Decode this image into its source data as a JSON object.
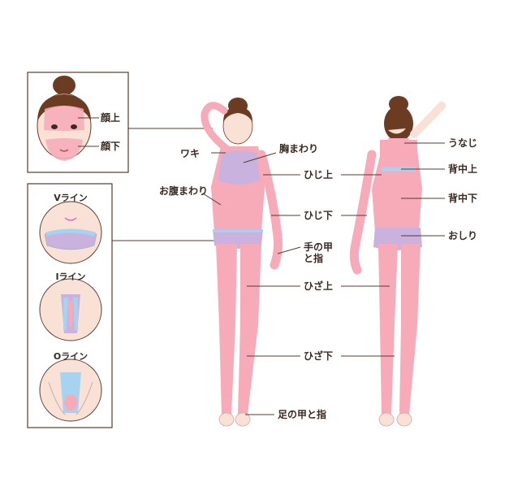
{
  "face_labels": {
    "upper": "顔上",
    "lower": "顔下"
  },
  "zoom_labels": {
    "v_line": "Vライン",
    "i_line": "Iライン",
    "o_line": "Oライン"
  },
  "front_labels": {
    "armpit": "ワキ",
    "chest": "胸まわり",
    "upper_arm": "ひじ上",
    "belly": "お腹まわり",
    "forearm": "ひじ下",
    "hand": "手の甲\nと指",
    "thigh": "ひざ上",
    "shin": "ひざ下",
    "foot": "足の甲と指"
  },
  "back_labels": {
    "nape": "うなじ",
    "upper_back": "背中上",
    "lower_back": "背中下",
    "hips": "おしり"
  },
  "colors": {
    "line": "#5a3b2c",
    "skin": "#f9e1d6",
    "pink_zone": "#f7aab8",
    "purple_zone": "#c9b2dd",
    "blue_zone": "#a8d3f0"
  }
}
